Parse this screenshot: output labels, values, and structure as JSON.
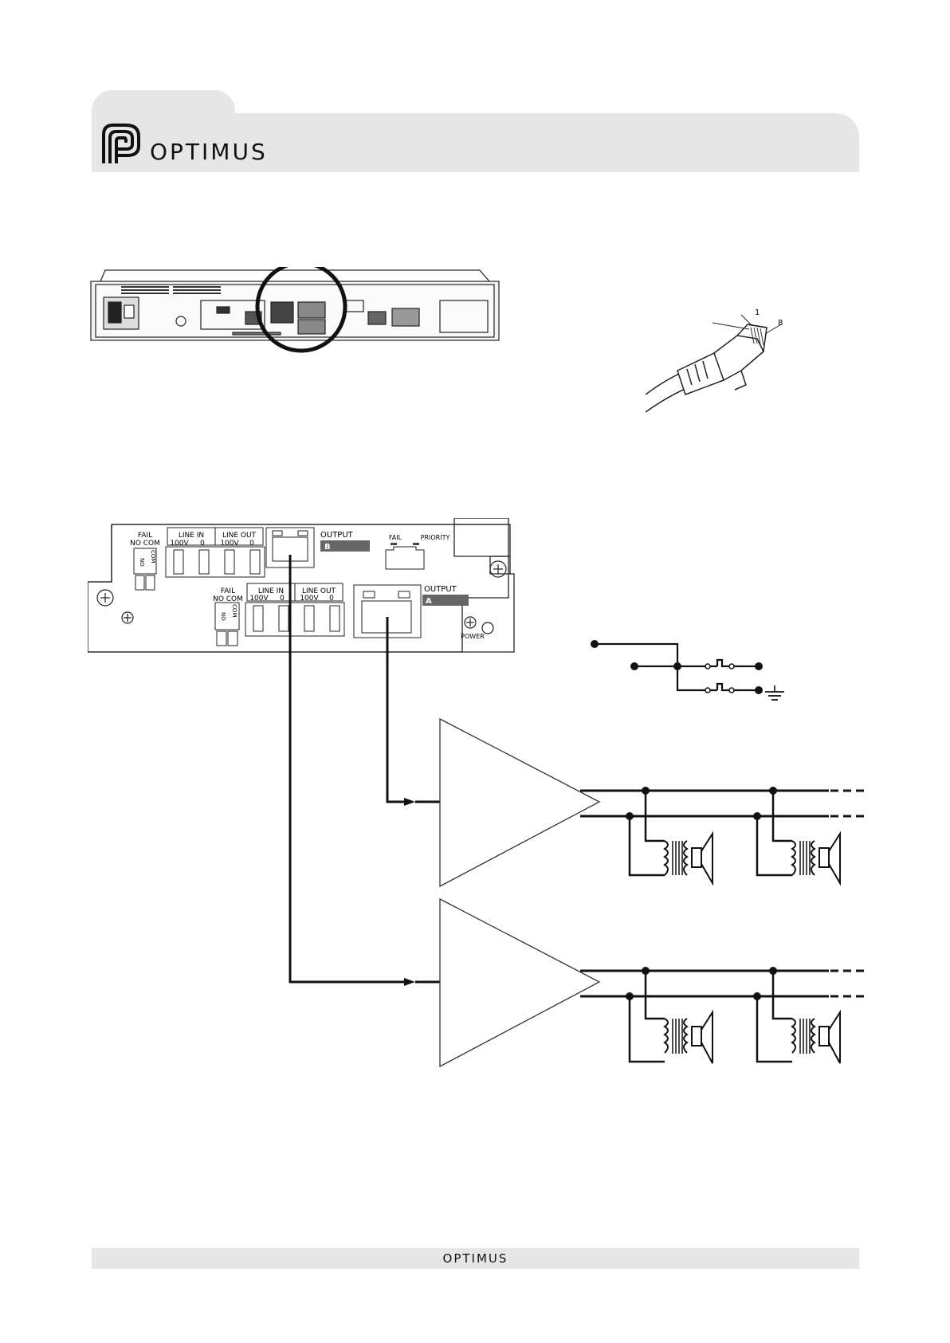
{
  "brand": {
    "name": "OPTIMUS"
  },
  "footer": {
    "brand": "OPTIMUS"
  },
  "connector": {
    "pin_first": "1",
    "pin_last": "8"
  },
  "panel": {
    "upper": {
      "fail": "FAIL",
      "no_com": "NO COM",
      "terminal_no": "NO",
      "terminal_com": "COM",
      "line_in": "LINE IN",
      "line_out": "LINE OUT",
      "in_100v": "100V",
      "in_0": "0",
      "out_100v": "100V",
      "out_0": "0",
      "output": "OUTPUT",
      "output_letter": "B",
      "fail_led": "FAIL",
      "priority_led": "PRIORITY"
    },
    "lower": {
      "fail": "FAIL",
      "no_com": "NO COM",
      "terminal_no": "NO",
      "terminal_com": "COM",
      "line_in": "LINE IN",
      "line_out": "LINE OUT",
      "in_100v": "100V",
      "in_0": "0",
      "out_100v": "100V",
      "out_0": "0",
      "output": "OUTPUT",
      "output_letter": "A",
      "power": "POWER"
    }
  },
  "colors": {
    "header_band": "#e6e6e6",
    "ink": "#111111",
    "label_bg": "#666666"
  }
}
